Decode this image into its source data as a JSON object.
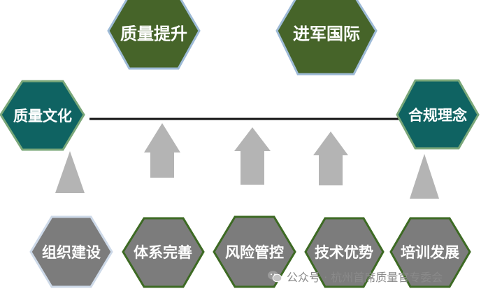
{
  "colors": {
    "olive": "#466429",
    "olive_border": "#9dbad6",
    "teal": "#0f6362",
    "teal_border": "#7aa779",
    "gray": "#7c7c7c",
    "gray_border_green": "#3d6a23",
    "gray_border_light": "#cdd9e8",
    "arrow": "#b4b4b4",
    "line": "#111111"
  },
  "top": [
    {
      "label": "质量提升",
      "fill": "olive"
    },
    {
      "label": "进军国际",
      "fill": "olive"
    }
  ],
  "middle": [
    {
      "label": "质量文化",
      "fill": "teal"
    },
    {
      "label": "合规理念",
      "fill": "teal"
    }
  ],
  "bottom": [
    {
      "label": "组织建设",
      "fill": "gray"
    },
    {
      "label": "体系完善",
      "fill": "gray"
    },
    {
      "label": "风险管控",
      "fill": "gray"
    },
    {
      "label": "技术优势",
      "fill": "gray"
    },
    {
      "label": "培训发展",
      "fill": "gray"
    }
  ],
  "watermark": {
    "icon": "wechat-icon",
    "text": "公众号 · 杭州首席质量官专委会"
  }
}
